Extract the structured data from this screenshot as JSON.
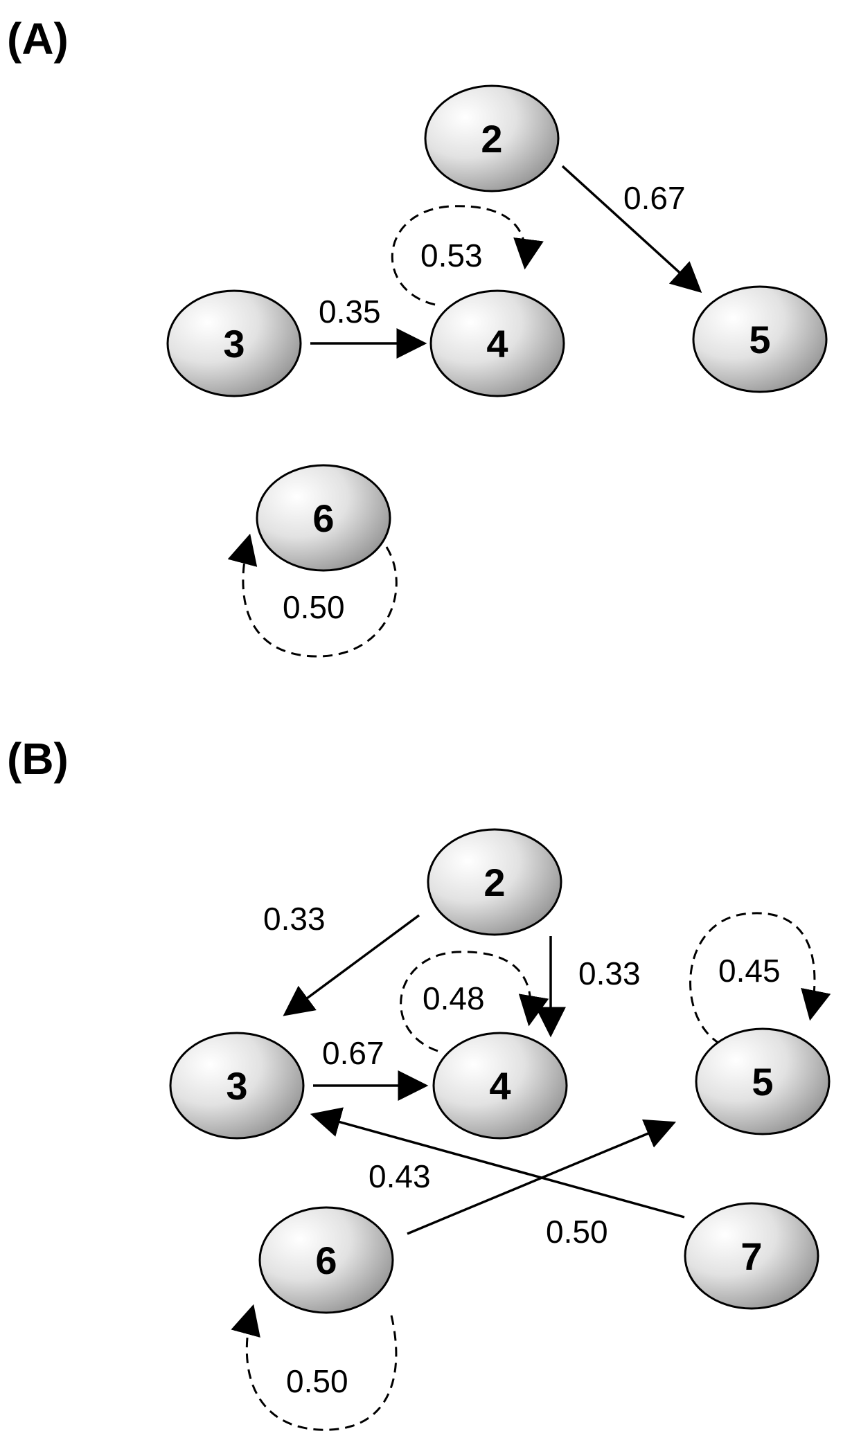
{
  "panels": [
    {
      "id": "A",
      "label": "(A)",
      "nodes": [
        {
          "id": "2",
          "label": "2"
        },
        {
          "id": "3",
          "label": "3"
        },
        {
          "id": "4",
          "label": "4"
        },
        {
          "id": "5",
          "label": "5"
        },
        {
          "id": "6",
          "label": "6"
        }
      ],
      "edges": [
        {
          "from": "2",
          "to": "5",
          "weight": "0.67",
          "style": "solid"
        },
        {
          "from": "3",
          "to": "4",
          "weight": "0.35",
          "style": "solid"
        },
        {
          "from": "4",
          "to": "4",
          "weight": "0.53",
          "style": "dashed"
        },
        {
          "from": "6",
          "to": "6",
          "weight": "0.50",
          "style": "dashed"
        }
      ]
    },
    {
      "id": "B",
      "label": "(B)",
      "nodes": [
        {
          "id": "2",
          "label": "2"
        },
        {
          "id": "3",
          "label": "3"
        },
        {
          "id": "4",
          "label": "4"
        },
        {
          "id": "5",
          "label": "5"
        },
        {
          "id": "6",
          "label": "6"
        },
        {
          "id": "7",
          "label": "7"
        }
      ],
      "edges": [
        {
          "from": "2",
          "to": "3",
          "weight": "0.33",
          "style": "solid"
        },
        {
          "from": "2",
          "to": "4",
          "weight": "0.33",
          "style": "solid"
        },
        {
          "from": "4",
          "to": "4",
          "weight": "0.48",
          "style": "dashed"
        },
        {
          "from": "3",
          "to": "4",
          "weight": "0.67",
          "style": "solid"
        },
        {
          "from": "5",
          "to": "5",
          "weight": "0.45",
          "style": "dashed"
        },
        {
          "from": "7",
          "to": "3",
          "weight": "0.43",
          "style": "solid"
        },
        {
          "from": "6",
          "to": "5",
          "weight": "0.50",
          "style": "solid"
        },
        {
          "from": "6",
          "to": "6",
          "weight": "0.50",
          "style": "dashed"
        }
      ]
    }
  ]
}
